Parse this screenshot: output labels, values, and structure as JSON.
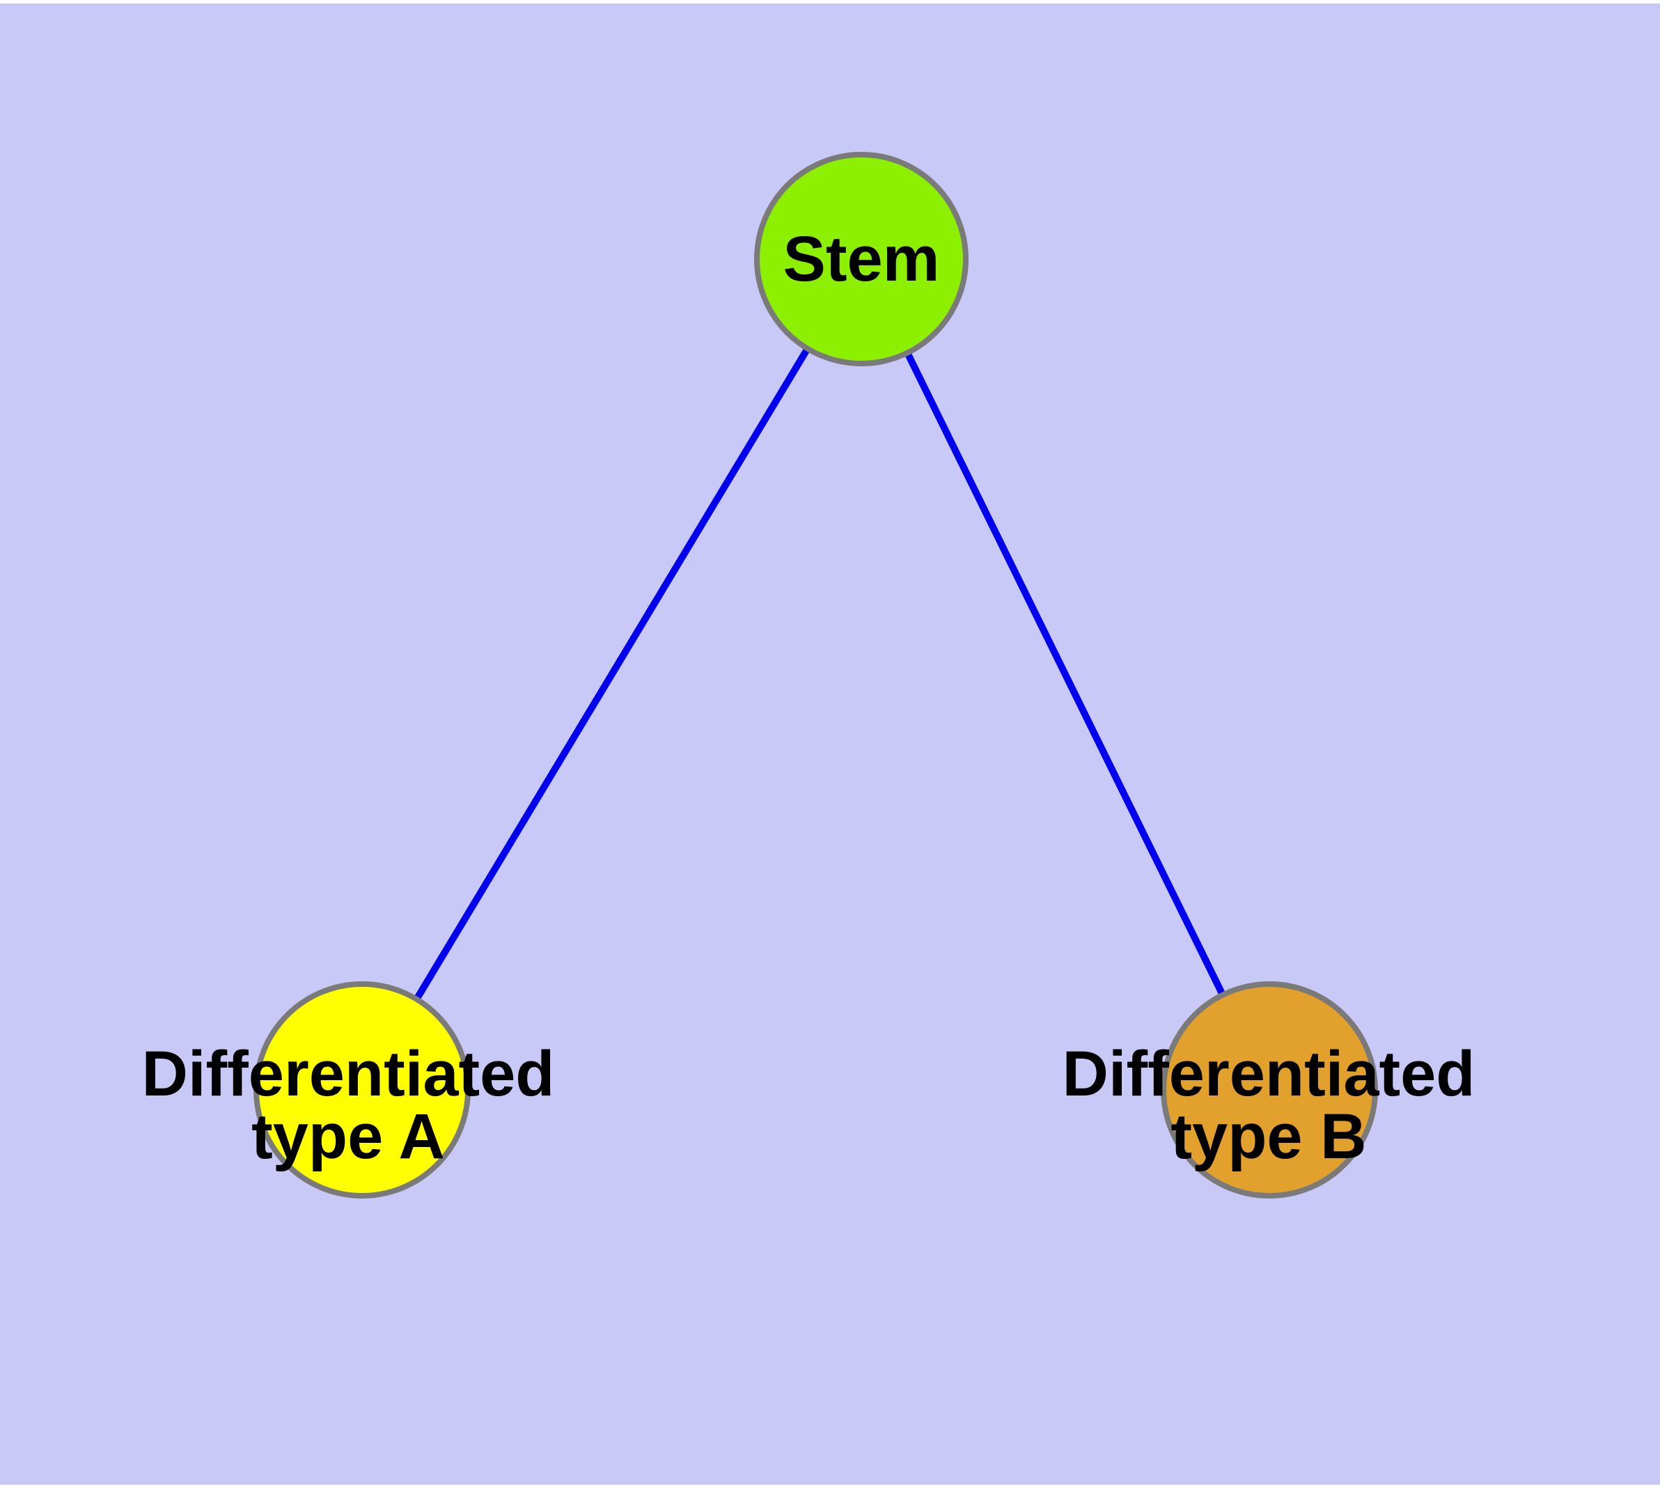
{
  "background": {
    "page_margin_color": "#FFFFFF",
    "canvas_color": "#C9C9F8"
  },
  "graph": {
    "edge_color": "#0000EE",
    "node_border_color": "#7A7A7A",
    "label_color": "#000000",
    "nodes": {
      "stem": {
        "label": "Stem",
        "fill": "#8DF000"
      },
      "type_a": {
        "label_line1": "Differentiated",
        "label_line2": "type A",
        "fill": "#FFFF00"
      },
      "type_b": {
        "label_line1": "Differentiated",
        "label_line2": "type B",
        "fill": "#E2A02C"
      }
    },
    "edges": [
      {
        "from": "stem",
        "to": "type_a"
      },
      {
        "from": "stem",
        "to": "type_b"
      }
    ]
  }
}
